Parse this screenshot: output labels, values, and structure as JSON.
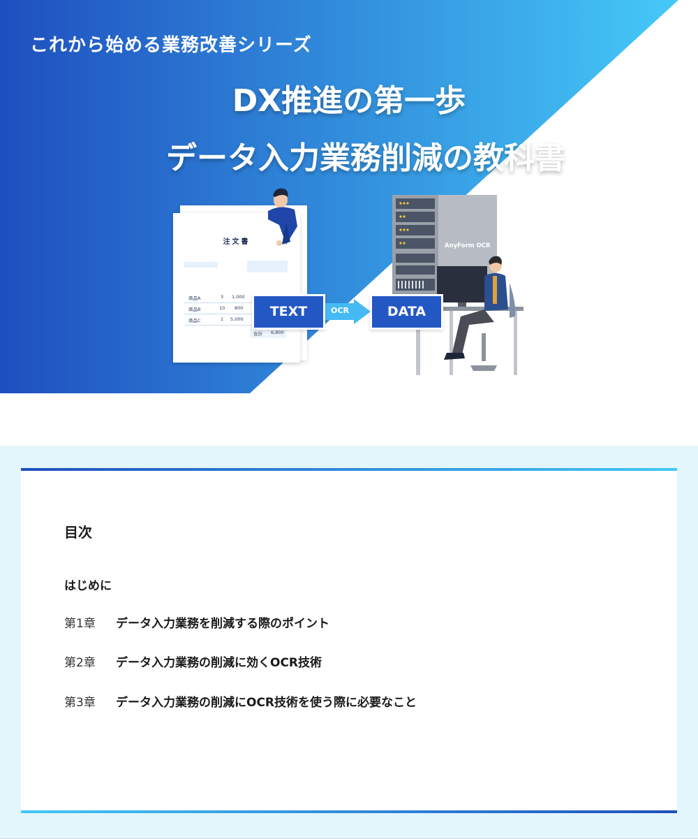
{
  "hero": {
    "series_title": "これから始める業務改善シリーズ",
    "title_line1": "DX推進の第一歩",
    "title_line2": "データ入力業務削減の教科書",
    "gradient_start": "#1e4fbf",
    "gradient_end": "#45c9f8"
  },
  "illustration": {
    "document_heading": "注文書",
    "rows": [
      {
        "item": "商品A",
        "qty": "3",
        "price": "1,000"
      },
      {
        "item": "商品B",
        "qty": "10",
        "price": "800"
      },
      {
        "item": "商品C",
        "qty": "1",
        "price": "5,000"
      }
    ],
    "total_label": "合計",
    "total_value": "6,800",
    "text_label": "TEXT",
    "ocr_label": "OCR",
    "data_label": "DATA",
    "server_label": "AnyForm OCR",
    "accent_color": "#2357c4"
  },
  "toc": {
    "heading": "目次",
    "intro": "はじめに",
    "chapters": [
      {
        "number": "第1章",
        "title": "データ入力業務を削減する際のポイント"
      },
      {
        "number": "第2章",
        "title": "データ入力業務の削減に効くOCR技術"
      },
      {
        "number": "第3章",
        "title": "データ入力業務の削減にOCR技術を使う際に必要なこと"
      }
    ]
  }
}
